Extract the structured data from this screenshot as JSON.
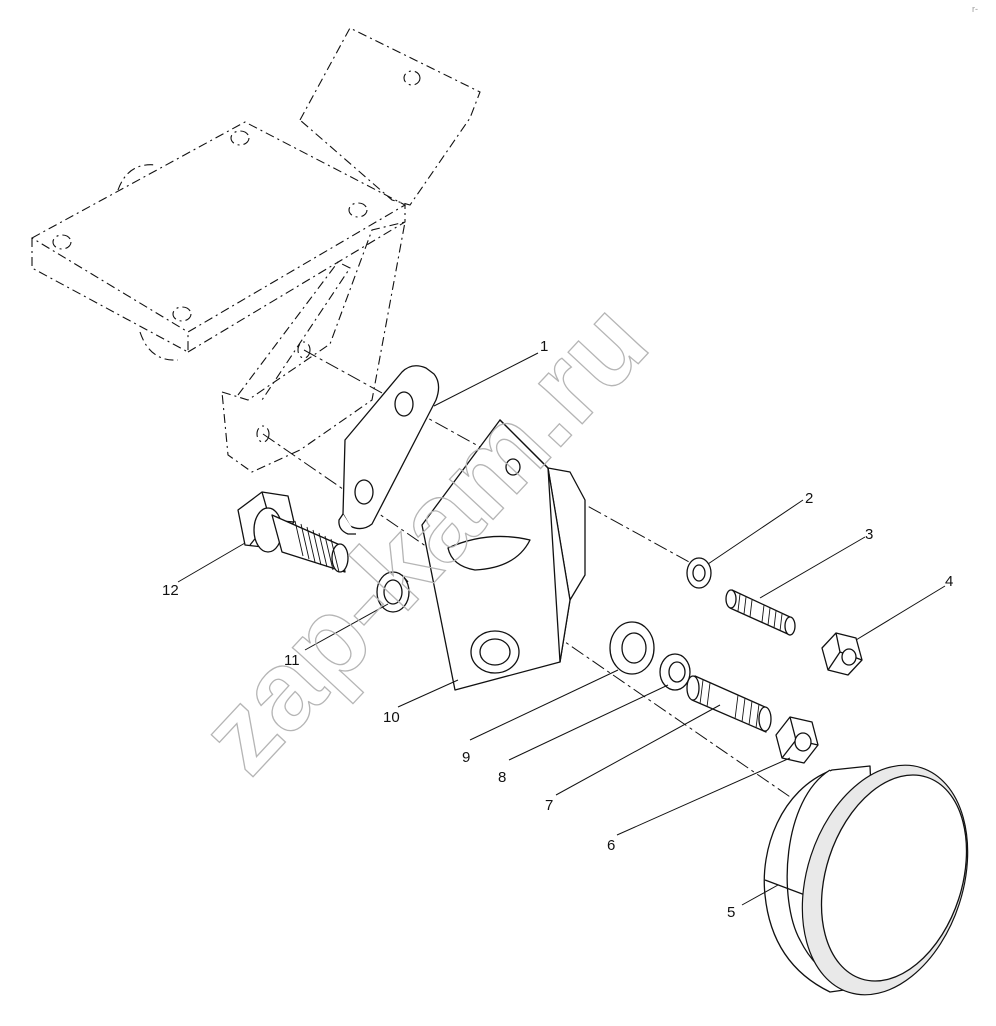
{
  "watermark": "zap-kam.ru",
  "corner_mark": "r-",
  "callouts": [
    {
      "id": "1",
      "label": "1"
    },
    {
      "id": "2",
      "label": "2"
    },
    {
      "id": "3",
      "label": "3"
    },
    {
      "id": "4",
      "label": "4"
    },
    {
      "id": "5",
      "label": "5"
    },
    {
      "id": "6",
      "label": "6"
    },
    {
      "id": "7",
      "label": "7"
    },
    {
      "id": "8",
      "label": "8"
    },
    {
      "id": "9",
      "label": "9"
    },
    {
      "id": "10",
      "label": "10"
    },
    {
      "id": "11",
      "label": "11"
    },
    {
      "id": "12",
      "label": "12"
    }
  ]
}
